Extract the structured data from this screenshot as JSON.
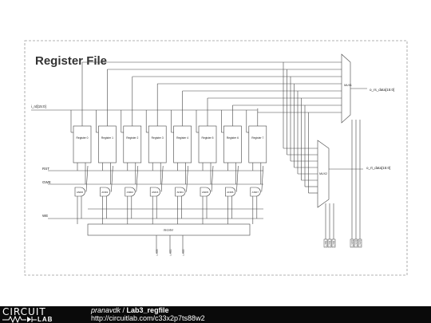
{
  "diagram": {
    "title": "Register File",
    "inputs": {
      "rd": "i_rd[15:0]",
      "rst": "RST",
      "gwe": "GWE",
      "we": "WE"
    },
    "outputs": {
      "rs": "o_rs_data[15:0]",
      "rt": "o_rt_data[15:0]"
    },
    "registers": [
      "Register 0",
      "Register 1",
      "Register 2",
      "Register 3",
      "Register 4",
      "Register 5",
      "Register 6",
      "Register 7"
    ],
    "and_gates": [
      "AND0",
      "AND1",
      "AND2",
      "AND3",
      "AND4",
      "AND5",
      "AND6",
      "AND7"
    ],
    "decoder": "decoder",
    "decoder_inputs": [
      "i_rd[0]",
      "i_rd[1]",
      "i_rd[2]"
    ],
    "mux1": "MUX1",
    "mux2": "MUX2",
    "mux1_selects": [
      "i_rs[0]",
      "i_rs[1]",
      "i_rs[2]"
    ],
    "mux2_selects": [
      "i_rt[0]",
      "i_rt[1]",
      "i_rt[2]"
    ]
  },
  "footer": {
    "logo_top": "CIRCUIT",
    "logo_bottom": "LAB",
    "user": "pranavdk",
    "separator": " / ",
    "project": "Lab3_regfile",
    "url": "http://circuitlab.com/c33x2p7ts88w2"
  },
  "colors": {
    "footer_bg": "#0a0a0a",
    "wire": "#444444",
    "frame": "#888888"
  }
}
